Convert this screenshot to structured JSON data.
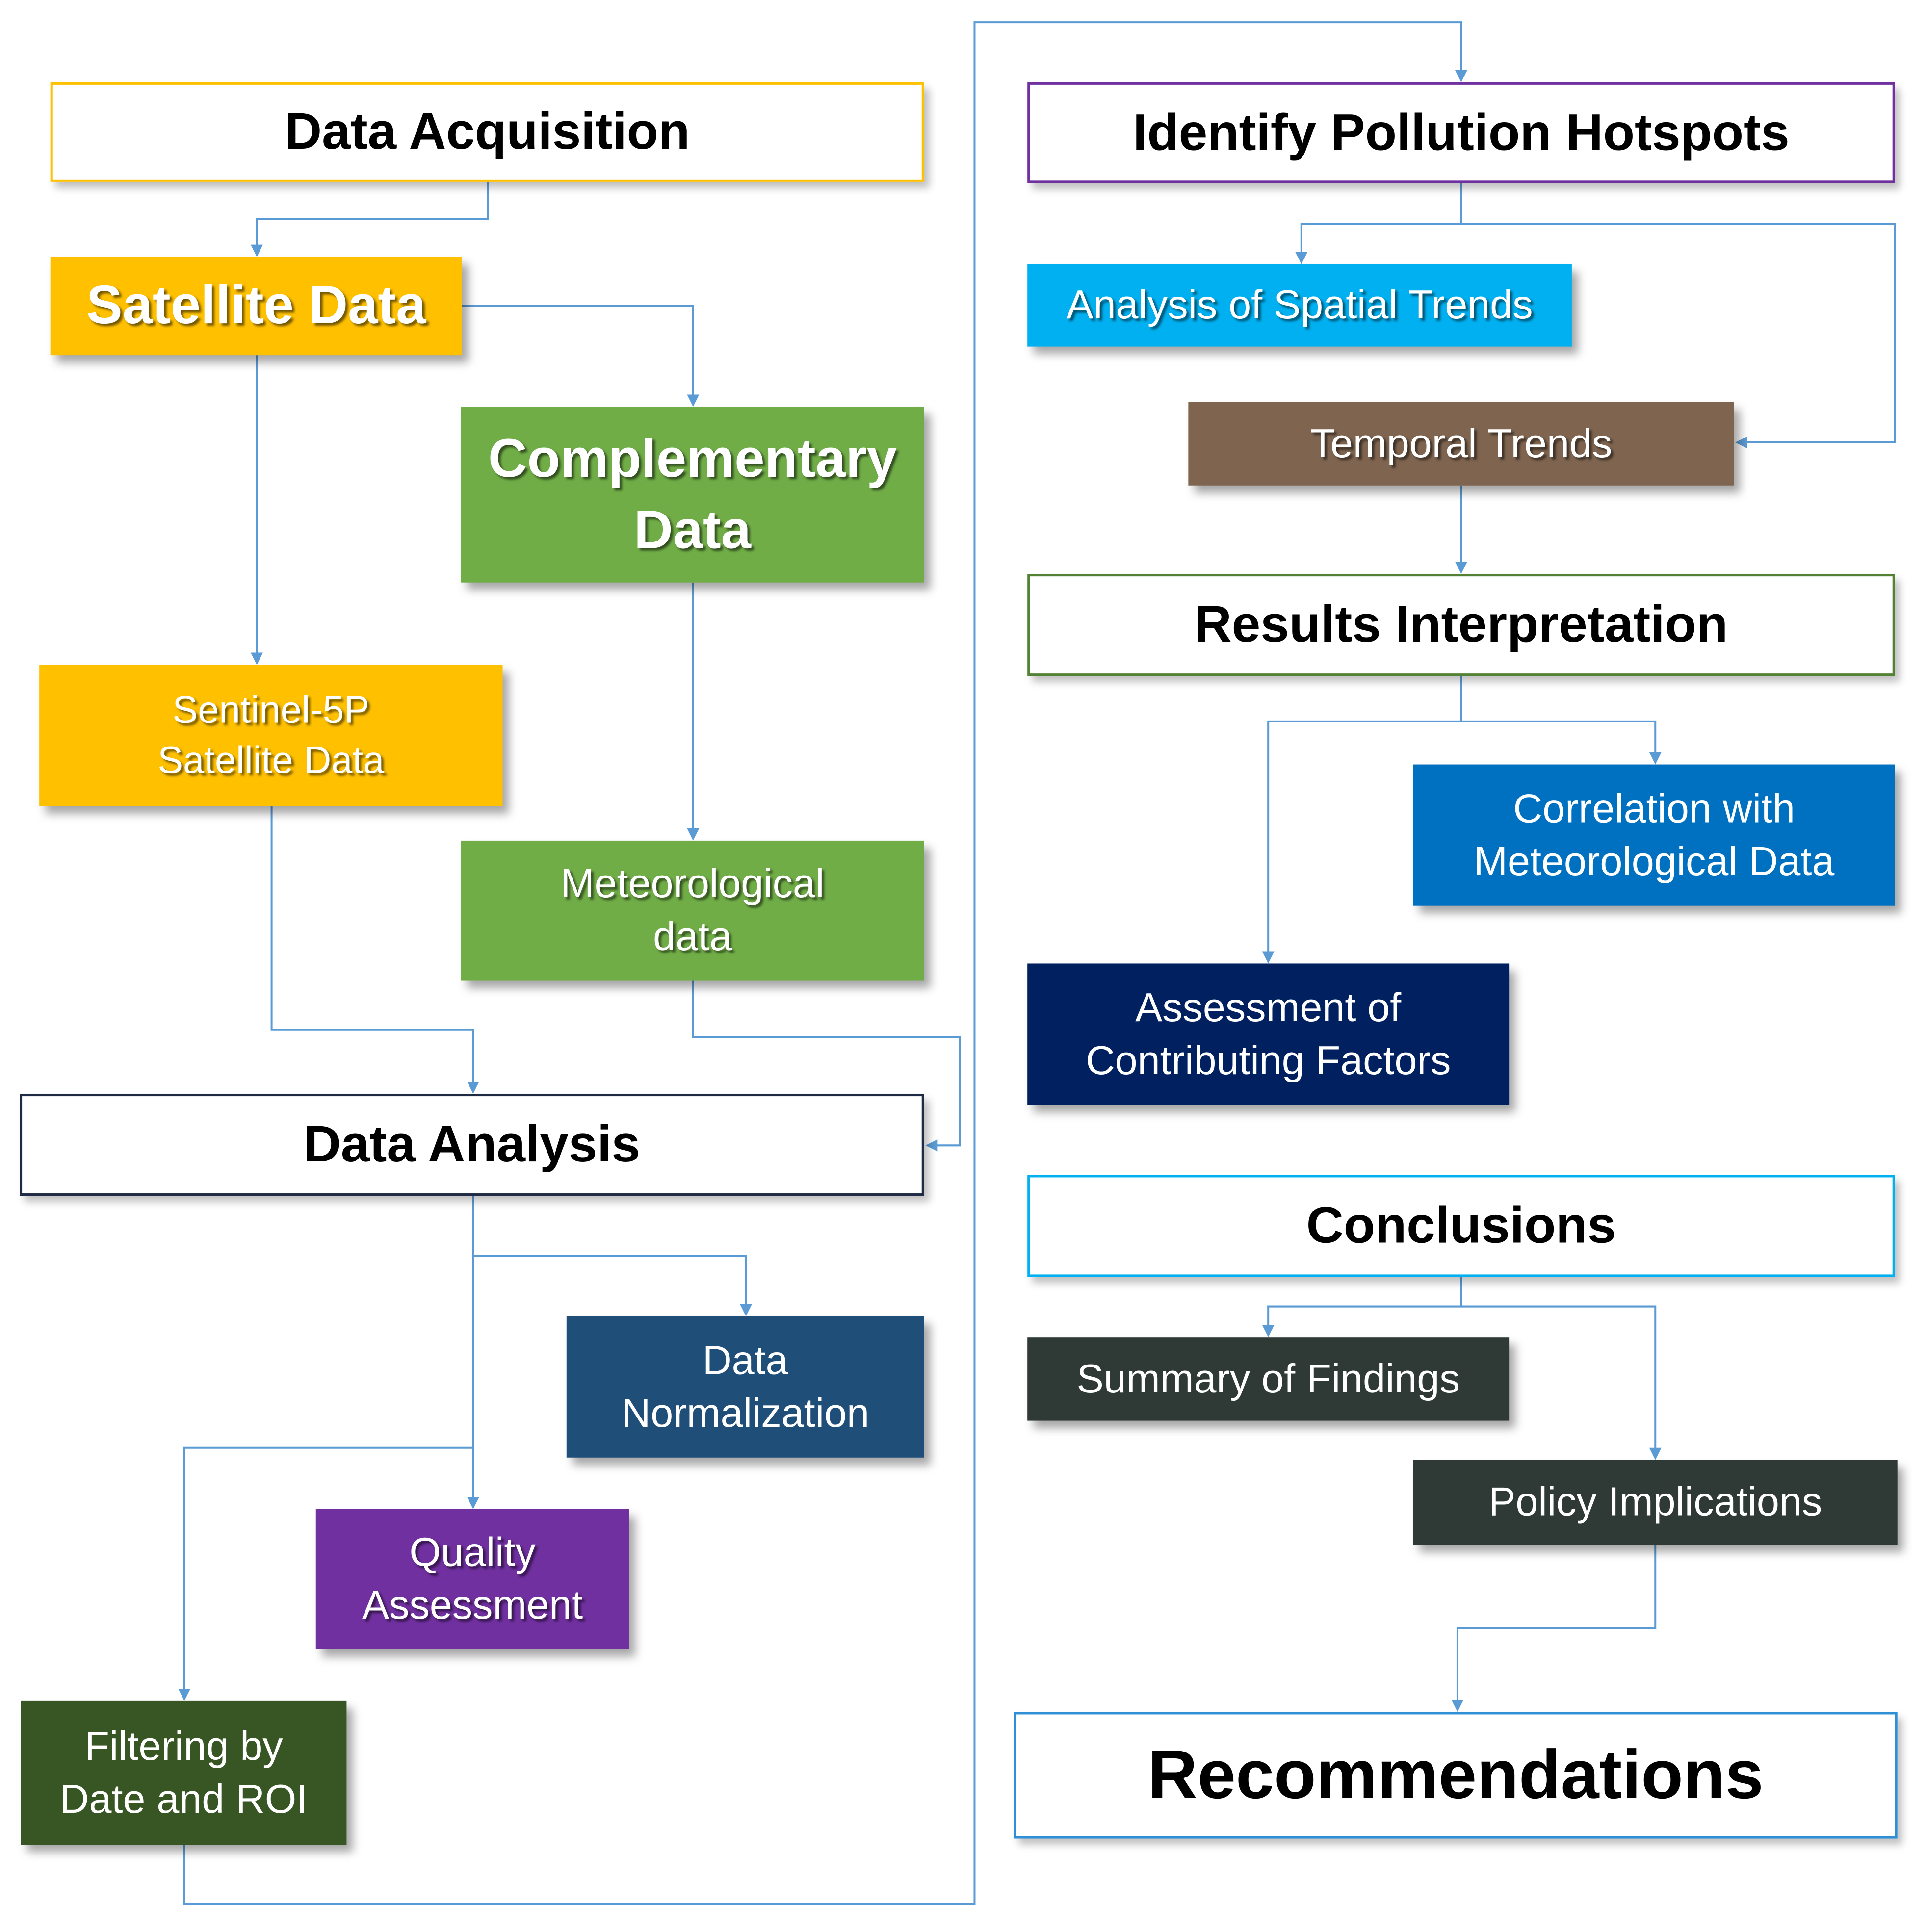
{
  "colors": {
    "connector": "#5b9bd5",
    "amber": "#ffc000",
    "green": "#70ad47",
    "navy_blue": "#1f4e79",
    "purple": "#7030a0",
    "dark_green": "#375623",
    "cyan": "#00b0f0",
    "brown": "#7f6550",
    "blue": "#0070c0",
    "dark_navy": "#002060",
    "charcoal": "#2f3a36",
    "border_amber": "#ffc000",
    "border_purple": "#7030a0",
    "border_olive": "#548235",
    "border_dark": "#1f2a44",
    "border_cyan": "#00b0f0",
    "border_blue": "#2e8fd6"
  },
  "nodes": {
    "data_acquisition": "Data Acquisition",
    "satellite_data": "Satellite Data",
    "complementary_data": "Complementary\nData",
    "sentinel_data": "Sentinel-5P\nSatellite Data",
    "meteorological_data": "Meteorological\ndata",
    "data_analysis": "Data Analysis",
    "data_normalization": "Data\nNormalization",
    "quality_assessment": "Quality\nAssessment",
    "filtering": "Filtering by\nDate and ROI",
    "identify_hotspots": "Identify Pollution Hotspots",
    "spatial_trends": "Analysis of Spatial Trends",
    "temporal_trends": "Temporal Trends",
    "results_interpretation": "Results Interpretation",
    "correlation": "Correlation with\nMeteorological Data",
    "contributing_factors": "Assessment of\nContributing Factors",
    "conclusions": "Conclusions",
    "summary_findings": "Summary of Findings",
    "policy_implications": "Policy Implications",
    "recommendations": "Recommendations"
  }
}
